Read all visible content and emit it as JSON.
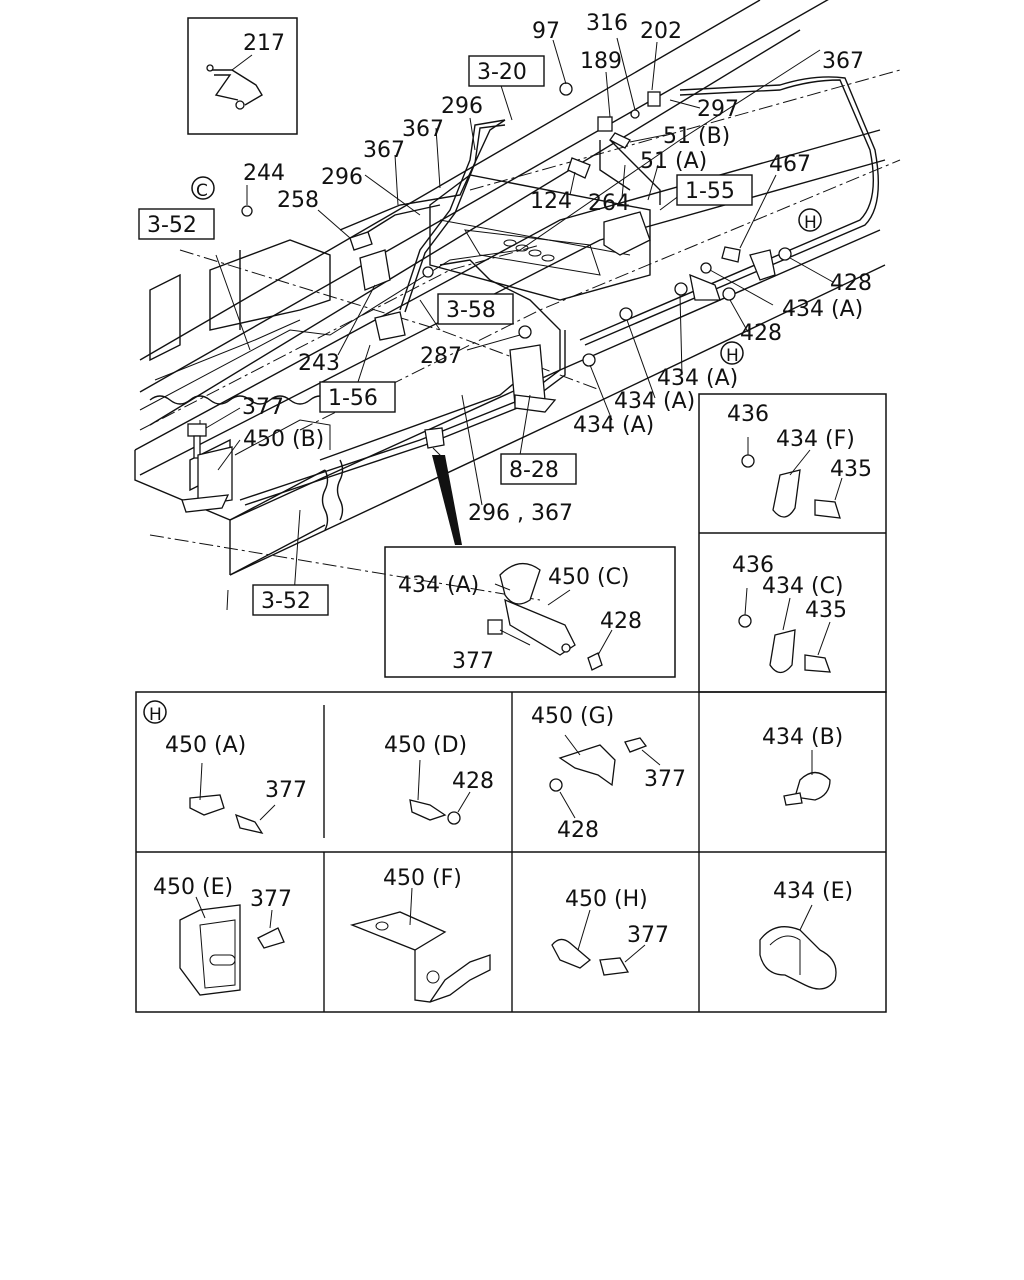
{
  "labels": {
    "l217": "217",
    "l97": "97",
    "l316": "316",
    "l202": "202",
    "l367a": "367",
    "l189": "189",
    "l297": "297",
    "l296a": "296",
    "l51b": "51 (B)",
    "l51a": "51 (A)",
    "l367b": "367",
    "l367c": "367",
    "l244": "244",
    "l296b": "296",
    "l258": "258",
    "l124": "124",
    "l264": "264",
    "l467": "467",
    "l428a": "428",
    "l434a1": "434 (A)",
    "l428b": "428",
    "l243": "243",
    "l287": "287",
    "l434a2": "434 (A)",
    "l434a3": "434 (A)",
    "l434a4": "434 (A)",
    "l377a": "377",
    "l450b": "450 (B)",
    "l296c": "296 , 367",
    "l436a": "436",
    "l434f": "434 (F)",
    "l435a": "435",
    "l436b": "436",
    "l434c": "434 (C)",
    "l435b": "435",
    "l434a5": "434 (A)",
    "l450c": "450 (C)",
    "l428c": "428",
    "l377b": "377",
    "l450a": "450 (A)",
    "l377c": "377",
    "l450d": "450 (D)",
    "l428d": "428",
    "l450g": "450 (G)",
    "l377d": "377",
    "l428e": "428",
    "l434b": "434 (B)",
    "l450e": "450 (E)",
    "l377e": "377",
    "l450f": "450 (F)",
    "l450h": "450 (H)",
    "l377f": "377",
    "l434e": "434 (E)"
  },
  "refs": {
    "r320": "3-20",
    "r352a": "3-52",
    "r155": "1-55",
    "r358": "3-58",
    "r156": "1-56",
    "r828": "8-28",
    "r352b": "3-52"
  },
  "markers": {
    "c": "C",
    "h1": "H",
    "h2": "H",
    "h3": "H"
  }
}
